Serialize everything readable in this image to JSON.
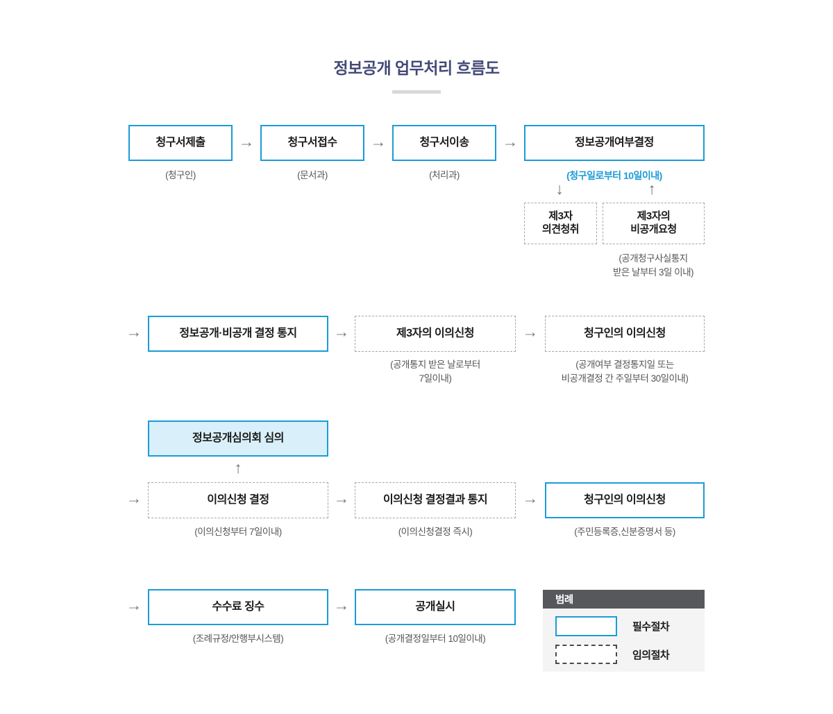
{
  "title": "정보공개 업무처리 흐름도",
  "icons": {
    "arrow_right": "→",
    "arrow_down": "↓",
    "arrow_up": "↑"
  },
  "row1": {
    "submit": {
      "label": "청구서제출",
      "caption": "(청구인)"
    },
    "receive": {
      "label": "청구서접수",
      "caption": "(문서과)"
    },
    "transfer": {
      "label": "청구서이송",
      "caption": "(처리과)"
    },
    "decision": {
      "label": "정보공개여부결정",
      "caption": "(청구일로부터 10일이내)"
    },
    "third_party_opinion": {
      "label": "제3자\n의견청취"
    },
    "third_party_private": {
      "label": "제3자의\n비공개요청",
      "caption": "(공개청구사실통지\n받은 날부터 3일 이내)"
    }
  },
  "row2": {
    "notice": {
      "label": "정보공개·비공개 결정 통지"
    },
    "third_party_objection": {
      "label": "제3자의 이의신청",
      "caption": "(공개통지 받은 날로부터\n7일이내)"
    },
    "claimant_objection": {
      "label": "청구인의 이의신청",
      "caption": "(공개여부 결정통지일 또는\n비공개결정 간 주일부터 30일이내)"
    }
  },
  "row3": {
    "committee": {
      "label": "정보공개심의회 심의"
    },
    "objection_decision": {
      "label": "이의신청 결정",
      "caption": "(이의신청부터 7일이내)"
    },
    "objection_result_notice": {
      "label": "이의신청 결정결과 통지",
      "caption": "(이의신청결정 즉시)"
    },
    "claimant_objection": {
      "label": "청구인의 이의신청",
      "caption": "(주민등록증,신분증명서 등)"
    }
  },
  "row4": {
    "fee": {
      "label": "수수료 징수",
      "caption": "(조례규정/안행부시스템)"
    },
    "disclosure": {
      "label": "공개실시",
      "caption": "(공개결정일부터 10일이내)"
    }
  },
  "legend": {
    "header": "범례",
    "required": "필수절차",
    "optional": "임의절차"
  },
  "colors": {
    "accent_blue": "#1b9bd8",
    "highlight_fill": "#d9f0fa",
    "title_navy": "#434a78",
    "legend_header_bg": "#57585c",
    "caption_gray": "#555555",
    "dashed_border_gray": "#a6a6a6",
    "arrow_gray": "#777777"
  }
}
